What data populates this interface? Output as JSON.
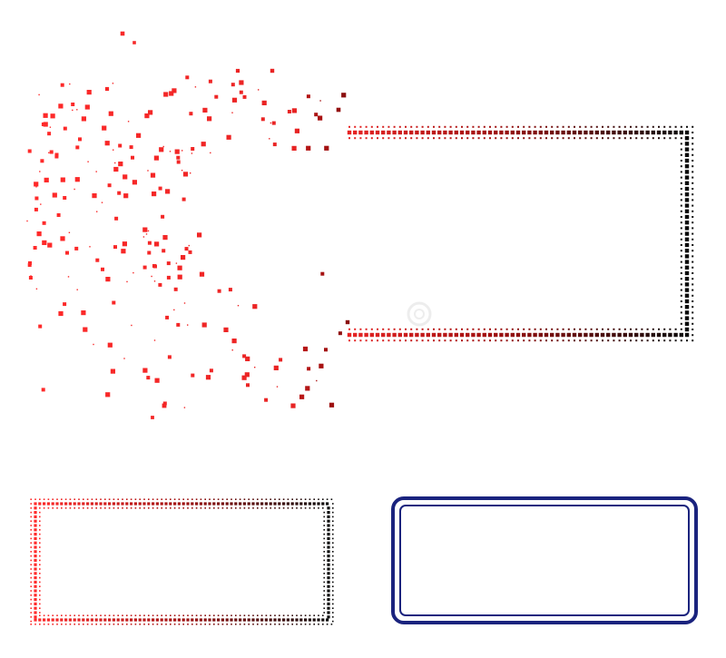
{
  "scene": {
    "background": "#ffffff",
    "elements": [
      {
        "name": "dispersed-halftone-frame",
        "description_icon": "dot-halftone-rectangle-frame-with-dispersing-pixels"
      },
      {
        "name": "halftone-frame-icon",
        "description_icon": "dot-halftone-rectangle-frame"
      },
      {
        "name": "double-rounded-frame-icon",
        "description_icon": "double-line-rounded-rectangle-frame"
      }
    ]
  },
  "colors": {
    "gradient_start": "#ff2a2a",
    "gradient_mid": "#a01010",
    "gradient_end": "#0a0a0a",
    "frame_blue": "#1a237e",
    "watermark": "#e6e6e6"
  }
}
